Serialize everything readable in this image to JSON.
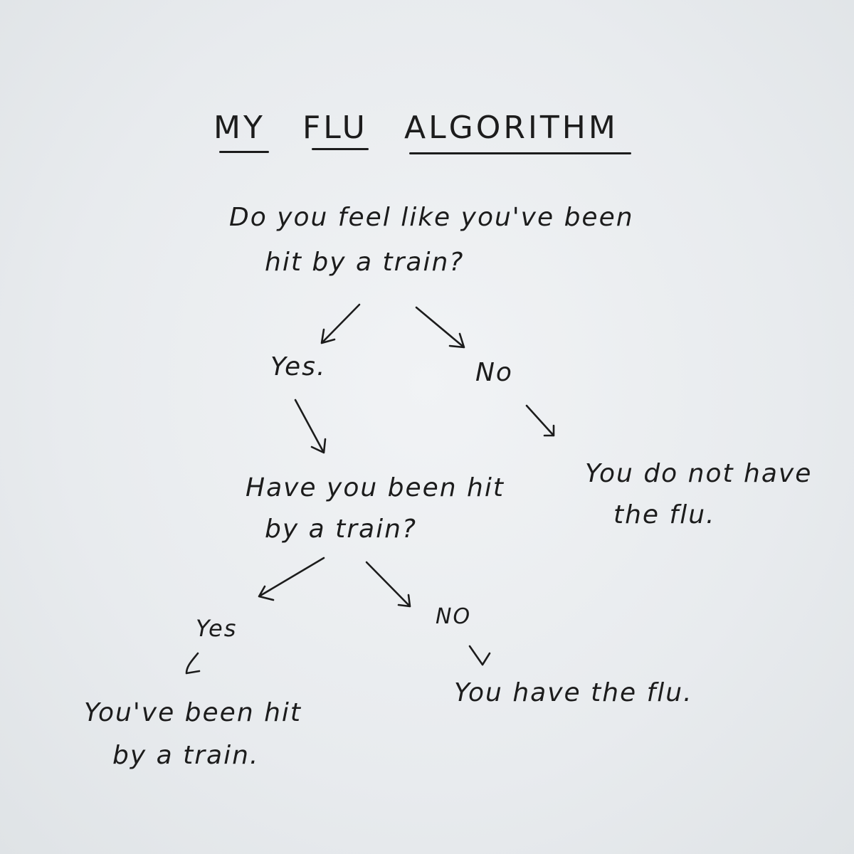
{
  "title": {
    "word1": "MY",
    "word2": "FLU",
    "word3": "ALGORITHM"
  },
  "nodes": {
    "q1_line1": "Do you feel like you've been",
    "q1_line2": "hit by a train?",
    "q1_yes": "Yes.",
    "q1_no": "No",
    "no_result_line1": "You do not have",
    "no_result_line2": "the flu.",
    "q2_line1": "Have you been hit",
    "q2_line2": "by a train?",
    "q2_yes": "Yes",
    "q2_no": "NO",
    "yes_result_line1": "You've been hit",
    "yes_result_line2": "by a train.",
    "flu_result": "You have the flu."
  },
  "colors": {
    "ink": "#1c1c1c",
    "board": "#eceef0"
  }
}
